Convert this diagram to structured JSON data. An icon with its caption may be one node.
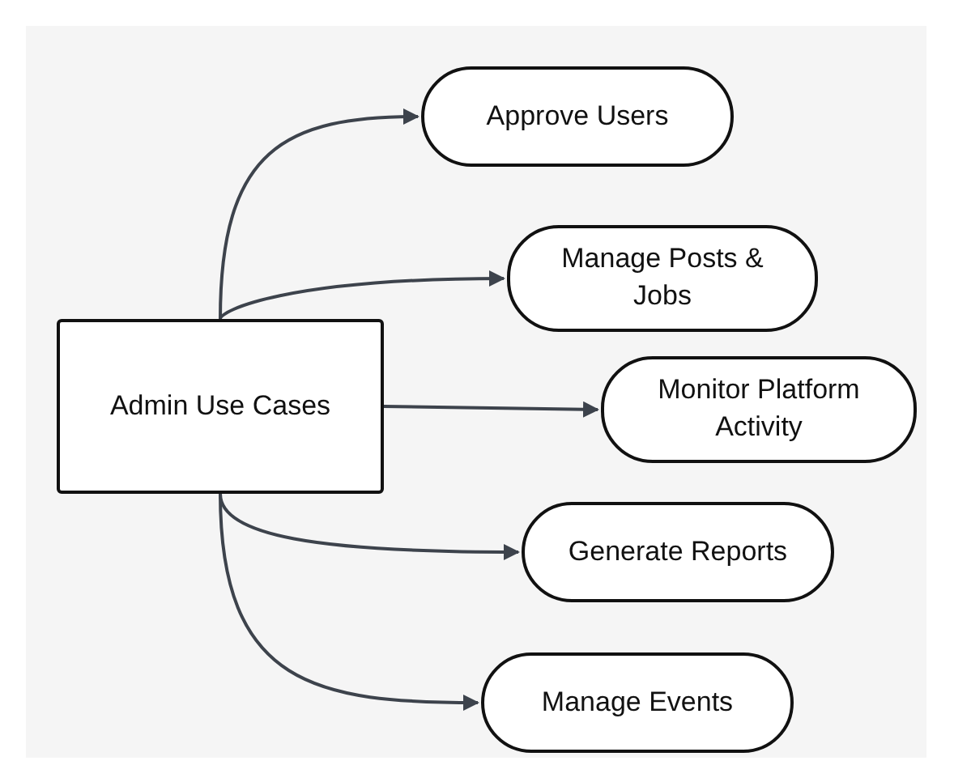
{
  "diagram": {
    "nodes": [
      {
        "text": [
          "Admin Use Cases"
        ]
      },
      {
        "text": [
          "Approve Users"
        ]
      },
      {
        "text": [
          "Manage Posts & Jobs"
        ]
      },
      {
        "text": [
          "Monitor Platform Activity"
        ]
      },
      {
        "text": [
          "Generate Reports"
        ]
      },
      {
        "text": [
          "Manage Events"
        ]
      }
    ],
    "edges": [
      {
        "from": 0,
        "to": 1,
        "arrow": "to"
      },
      {
        "from": 0,
        "to": 2,
        "arrow": "to"
      },
      {
        "from": 0,
        "to": 3,
        "arrow": "to"
      },
      {
        "from": 0,
        "to": 4,
        "arrow": "to"
      },
      {
        "from": 0,
        "to": 5,
        "arrow": "to"
      }
    ]
  }
}
